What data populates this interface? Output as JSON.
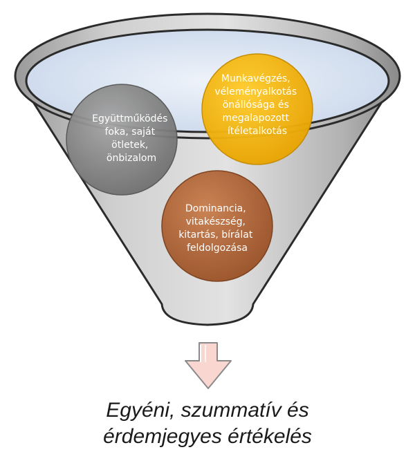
{
  "diagram": {
    "circles": [
      {
        "id": "cooperation",
        "lines": [
          "Együttműködés",
          "foka, saját",
          "ötletek,",
          "önbizalom"
        ],
        "color": "#8e8e8e"
      },
      {
        "id": "independence",
        "lines": [
          "Munkavégzés,",
          "véleményalkotás",
          "önállósága és",
          "megalapozott",
          "ítéletalkotás"
        ],
        "color": "#f7b700"
      },
      {
        "id": "dominance",
        "lines": [
          "Dominancia,",
          "vitakészség,",
          "kitartás, bírálat",
          "feldolgozása"
        ],
        "color": "#b8693a"
      }
    ],
    "caption": {
      "line1": "Egyéni, szummatív és",
      "line2": "érdemjegyes értékelés"
    },
    "colors": {
      "funnel": "#c4c4c4",
      "rim_fill": "#d6e3f3",
      "arrow_fill": "#f9d6cf",
      "arrow_stroke": "#8a8a8a"
    }
  }
}
